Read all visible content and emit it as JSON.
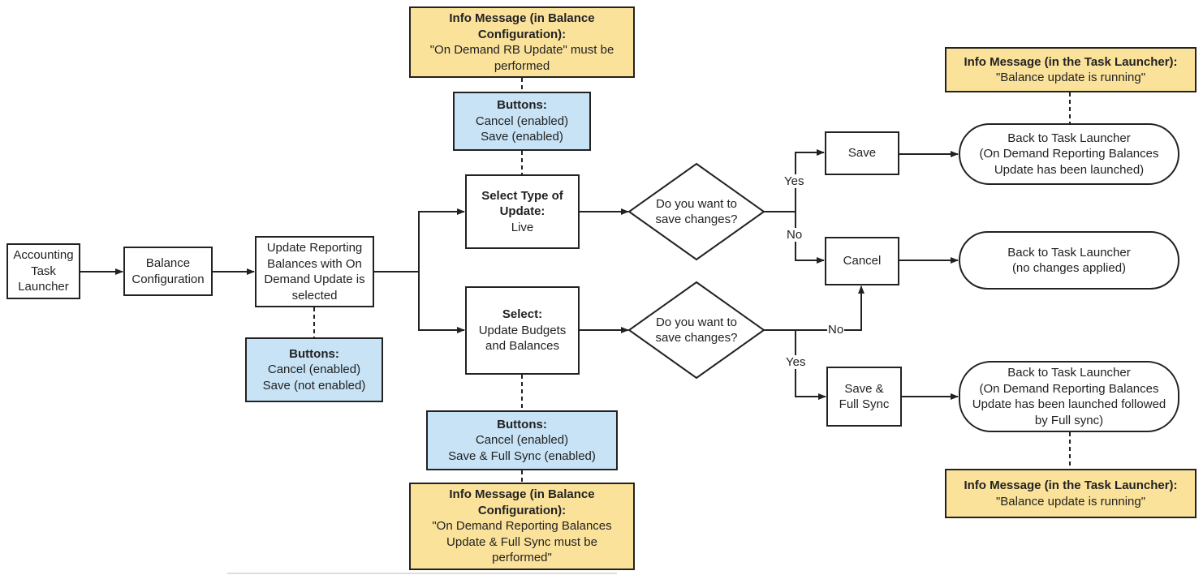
{
  "nodes": {
    "accounting": {
      "lines": [
        "Accounting",
        "Task",
        "Launcher"
      ]
    },
    "balance_config": {
      "lines": [
        "Balance",
        "Configuration"
      ]
    },
    "update_selected": {
      "lines": [
        "Update Reporting",
        "Balances with On",
        "Demand Update is",
        "selected"
      ]
    },
    "buttons_left": {
      "title": "Buttons:",
      "lines": [
        "Cancel (enabled)",
        "Save (not enabled)"
      ]
    },
    "info_top": {
      "title_lines": [
        "Info Message (in Balance",
        "Configuration):"
      ],
      "lines": [
        "\"On Demand RB Update\" must be",
        "performed"
      ]
    },
    "buttons_top": {
      "title": "Buttons:",
      "lines": [
        "Cancel (enabled)",
        "Save (enabled)"
      ]
    },
    "select_live": {
      "title_lines": [
        "Select Type of",
        "Update:"
      ],
      "lines": [
        "Live"
      ]
    },
    "select_budgets": {
      "title_lines": [
        "Select:"
      ],
      "lines": [
        "Update Budgets",
        "and Balances"
      ]
    },
    "buttons_bottom": {
      "title": "Buttons:",
      "lines": [
        "Cancel (enabled)",
        "Save & Full Sync (enabled)"
      ]
    },
    "info_bottom": {
      "title_lines": [
        "Info Message (in Balance",
        "Configuration):"
      ],
      "lines": [
        "\"On Demand Reporting Balances",
        "Update & Full Sync must be",
        "performed\""
      ]
    },
    "decision_top": {
      "lines": [
        "Do you want to",
        "save changes?"
      ]
    },
    "decision_bottom": {
      "lines": [
        "Do you want to",
        "save changes?"
      ]
    },
    "save": {
      "lines": [
        "Save"
      ]
    },
    "cancel": {
      "lines": [
        "Cancel"
      ]
    },
    "save_full_sync": {
      "lines": [
        "Save &",
        "Full Sync"
      ]
    },
    "back_launched": {
      "lines": [
        "Back to Task Launcher",
        "(On Demand Reporting Balances",
        "Update has been launched)"
      ]
    },
    "back_no_changes": {
      "lines": [
        "Back to Task Launcher",
        "(no changes applied)"
      ]
    },
    "back_full_sync": {
      "lines": [
        "Back to Task Launcher",
        "(On Demand Reporting Balances",
        "Update has been launched followed",
        "by Full sync)"
      ]
    },
    "info_tl_top": {
      "title": "Info Message (in the Task Launcher):",
      "lines": [
        "\"Balance update is running\""
      ]
    },
    "info_tl_bottom": {
      "title": "Info Message (in the Task Launcher):",
      "lines": [
        "\"Balance update is running\""
      ]
    }
  },
  "edge_labels": {
    "yes_top": "Yes",
    "no_top": "No",
    "no_bottom": "No",
    "yes_bottom": "Yes"
  }
}
